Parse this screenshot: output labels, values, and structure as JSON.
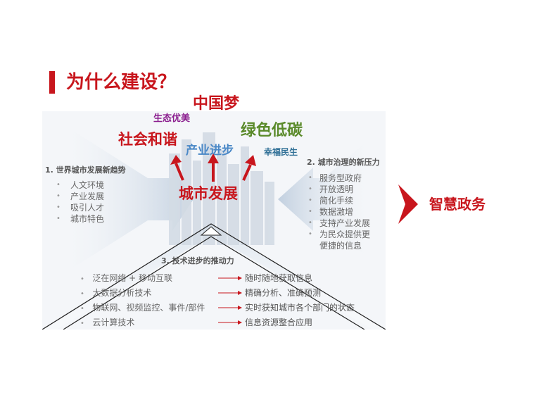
{
  "title": "为什么建设？",
  "center": "城市发展",
  "words": {
    "dream": "中国梦",
    "eco": "生态优美",
    "harmony": "社会和谐",
    "tech": "产业进步",
    "green": "绿色低碳",
    "happy": "幸福民生"
  },
  "left": {
    "heading": "1.   世界城市发展新趋势",
    "items": [
      "人文环境",
      "产业发展",
      "吸引人才",
      "城市特色"
    ]
  },
  "right": {
    "heading": "2.   城市治理的新压力",
    "items": [
      "服务型政府",
      "开放透明",
      "简化手续",
      "数据激增",
      "支持产业发展",
      "为民众提供更",
      "便捷的信息"
    ]
  },
  "bottom": {
    "heading": "3.   技术进步的推动力",
    "rows": [
      {
        "left": "泛在网络 + 移动互联",
        "right": "随时随地获取信息"
      },
      {
        "left": "大数据分析技术",
        "right": "精确分析、准确预测"
      },
      {
        "left": "物联网、视频监控、事件/部件",
        "right": "实时获知城市各个部门的状态"
      },
      {
        "left": "云计算技术",
        "right": "信息资源整合应用"
      }
    ]
  },
  "goal": "智慧政务",
  "colors": {
    "red": "#c8161d",
    "purple": "#8b1f8f",
    "green": "#5a8a2a",
    "blue": "#4a88c7",
    "teal": "#2f6f96",
    "arrow_gray": "#cfd9e6"
  }
}
